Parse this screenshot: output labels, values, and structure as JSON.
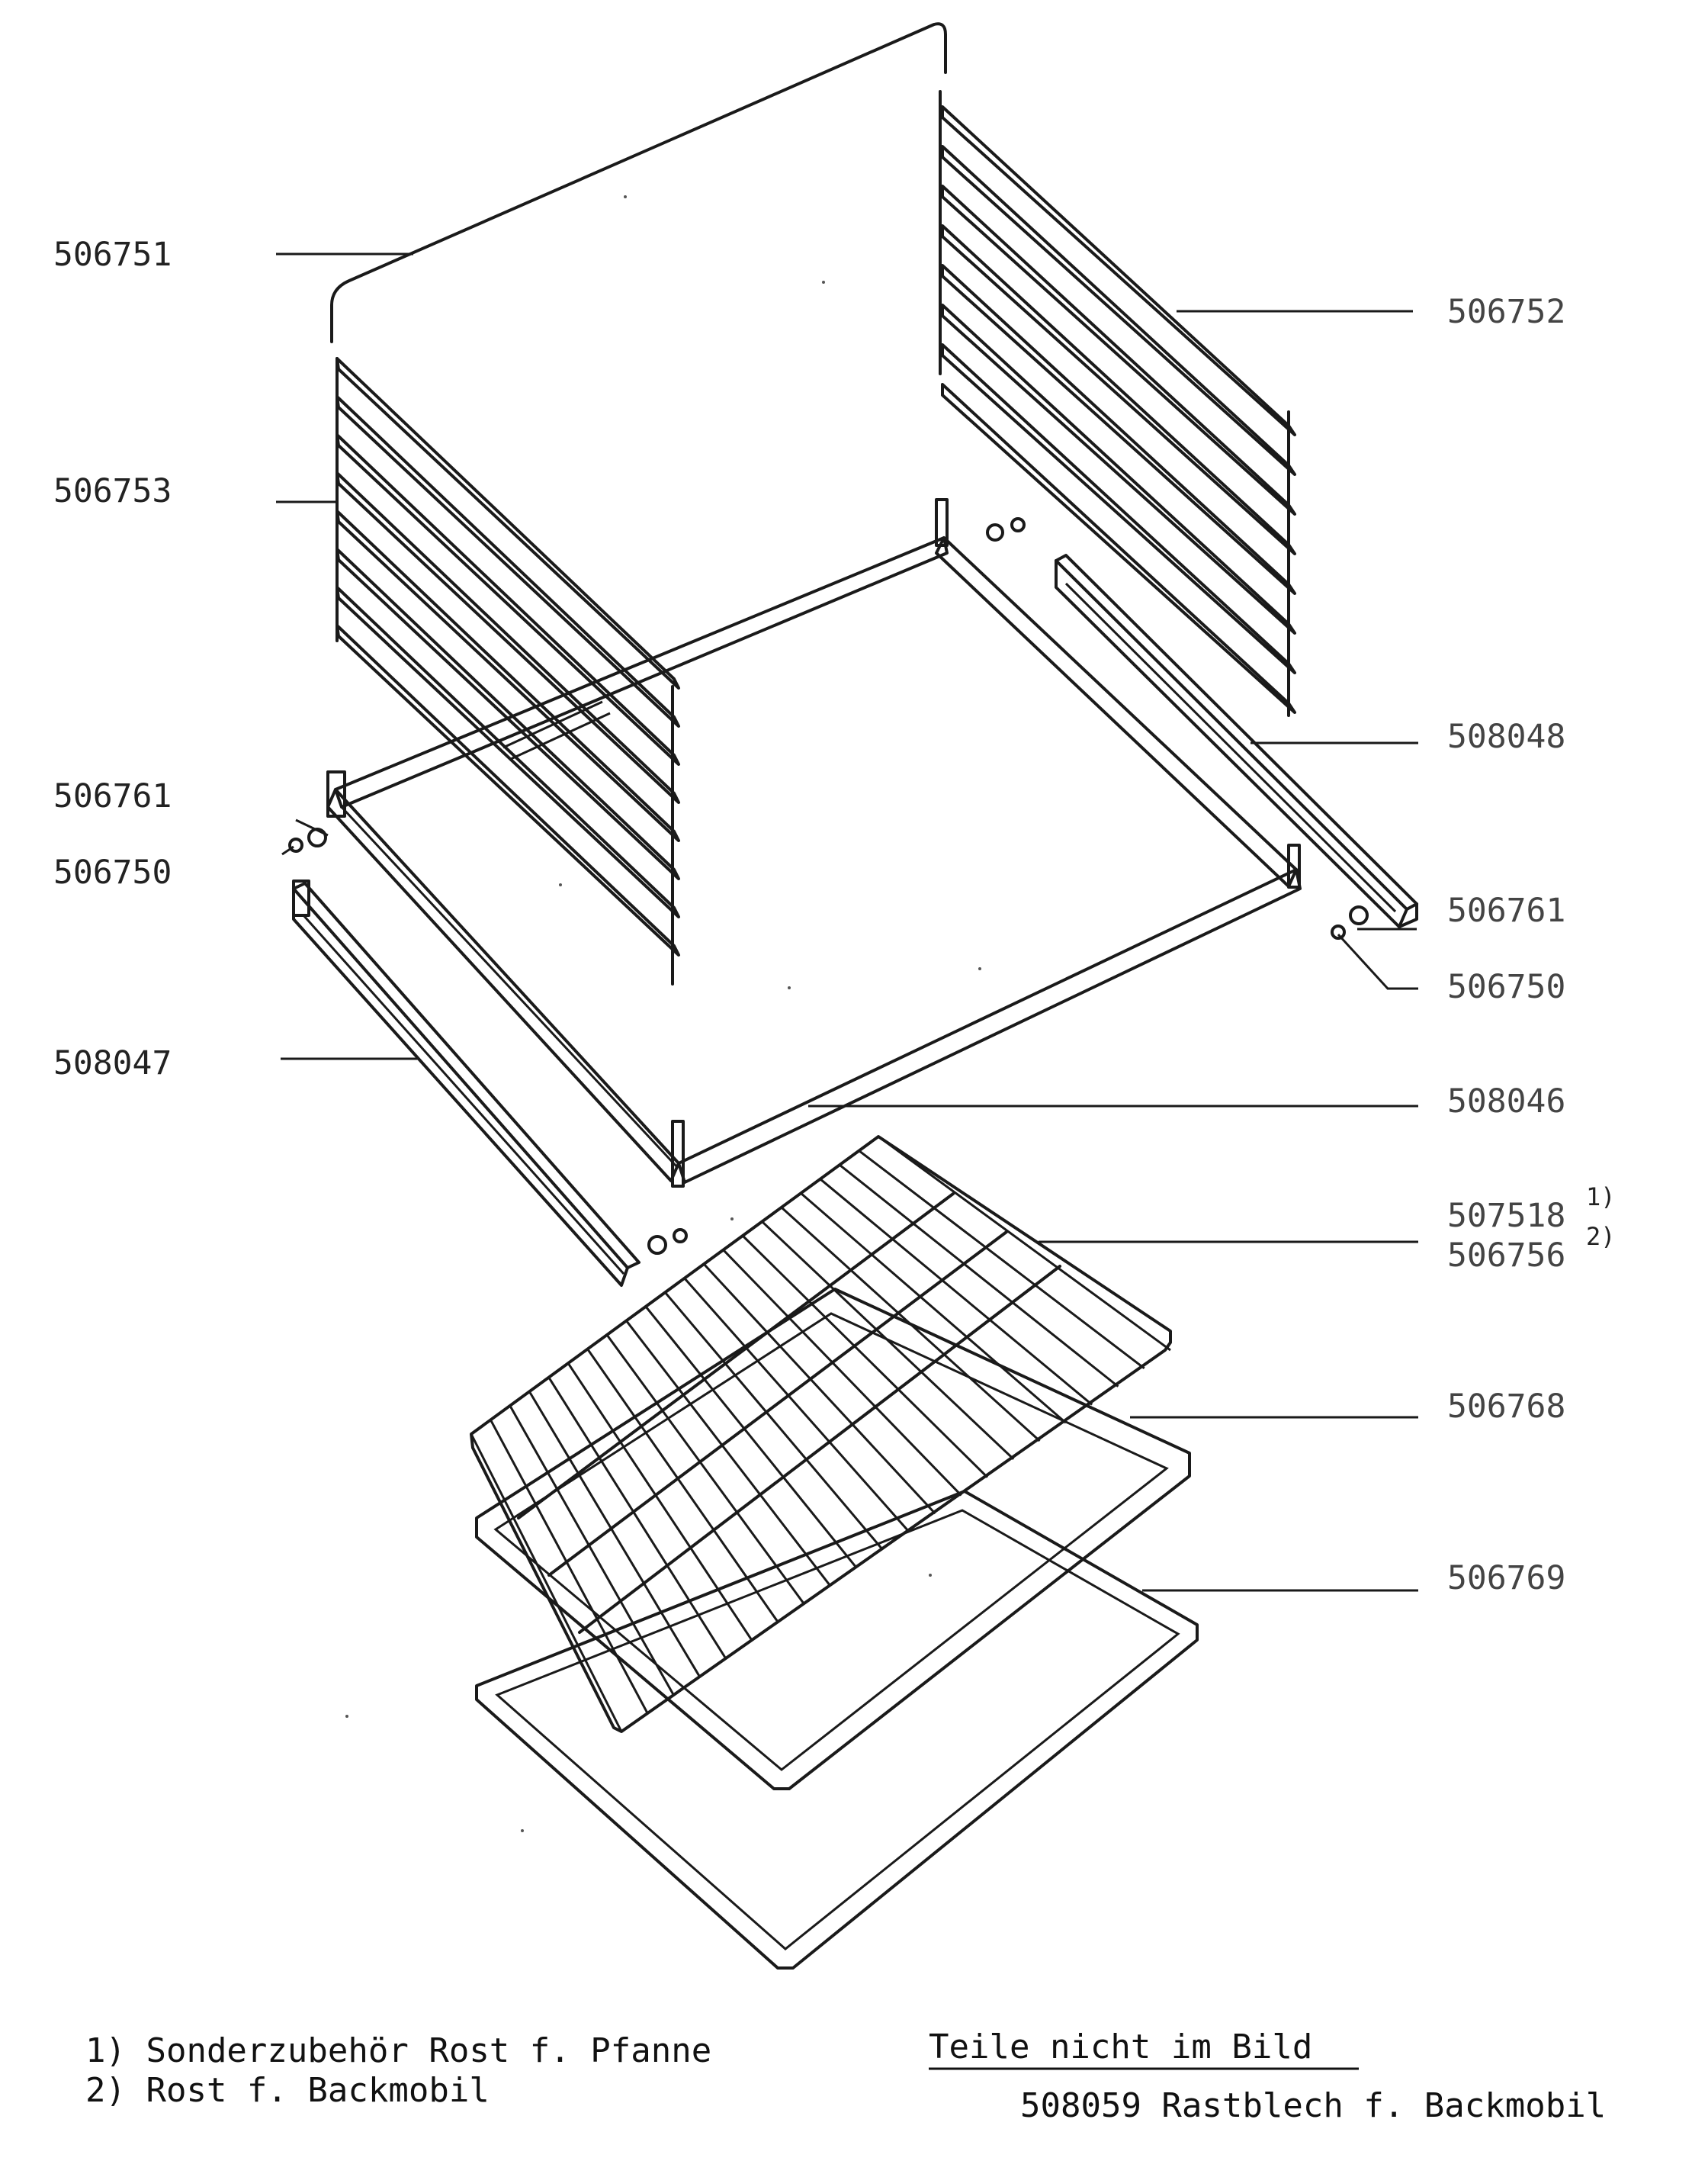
{
  "labels": {
    "p506751": "506751",
    "p506752": "506752",
    "p506753": "506753",
    "p508048": "508048",
    "p506761_left": "506761",
    "p506750_left": "506750",
    "p506761_right": "506761",
    "p506750_right": "506750",
    "p508047": "508047",
    "p508046": "508046",
    "p507518": "507518",
    "p507518_sup": "1)",
    "p506756": "506756",
    "p506756_sup": "2)",
    "p506768": "506768",
    "p506769": "506769"
  },
  "footnotes": {
    "note1": "1) Sonderzubehör Rost f. Pfanne",
    "note2": "2) Rost f. Backmobil",
    "not_shown_heading": "Teile nicht im Bild",
    "not_shown_item": "508059 Rastblech f. Backmobil"
  }
}
